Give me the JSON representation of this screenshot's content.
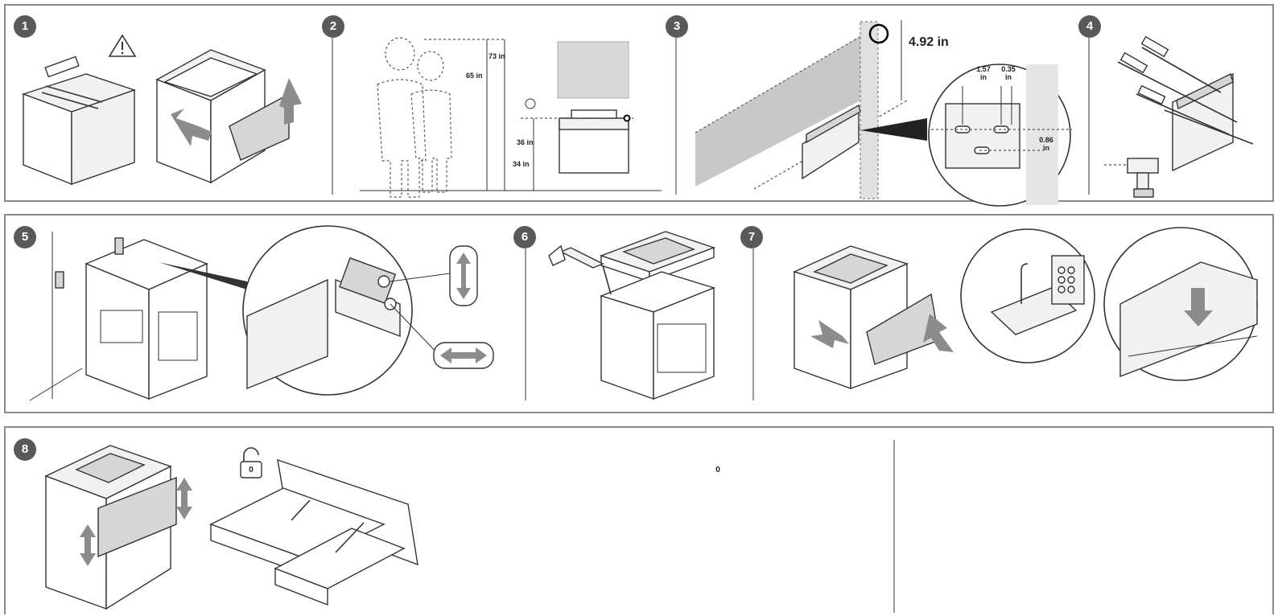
{
  "steps": [
    {
      "number": "1"
    },
    {
      "number": "2",
      "labels": {
        "h_total": "73 in",
        "h_eye": "65 in",
        "h_top": "36 in",
        "h_base": "34 in"
      }
    },
    {
      "number": "3",
      "labels": {
        "offset": "4.92 in",
        "spacing_a": "1.57",
        "spacing_a_unit": "in",
        "spacing_b": "0.35",
        "spacing_b_unit": "in",
        "drop": "0.86",
        "drop_unit": "in"
      }
    },
    {
      "number": "4"
    },
    {
      "number": "5"
    },
    {
      "number": "6"
    },
    {
      "number": "7"
    },
    {
      "number": "8",
      "lock_label_1": "0",
      "lock_label_2": "0"
    }
  ],
  "colors": {
    "badge": "#595959",
    "border": "#8a8a8a",
    "arrow": "#8c8c8c",
    "panel_fill": "#d6d6d6"
  },
  "icons": [
    "warning-icon",
    "unlock-icon",
    "up-down-icon",
    "left-right-icon",
    "screw-icon",
    "drill-icon",
    "caulk-gun-icon"
  ]
}
